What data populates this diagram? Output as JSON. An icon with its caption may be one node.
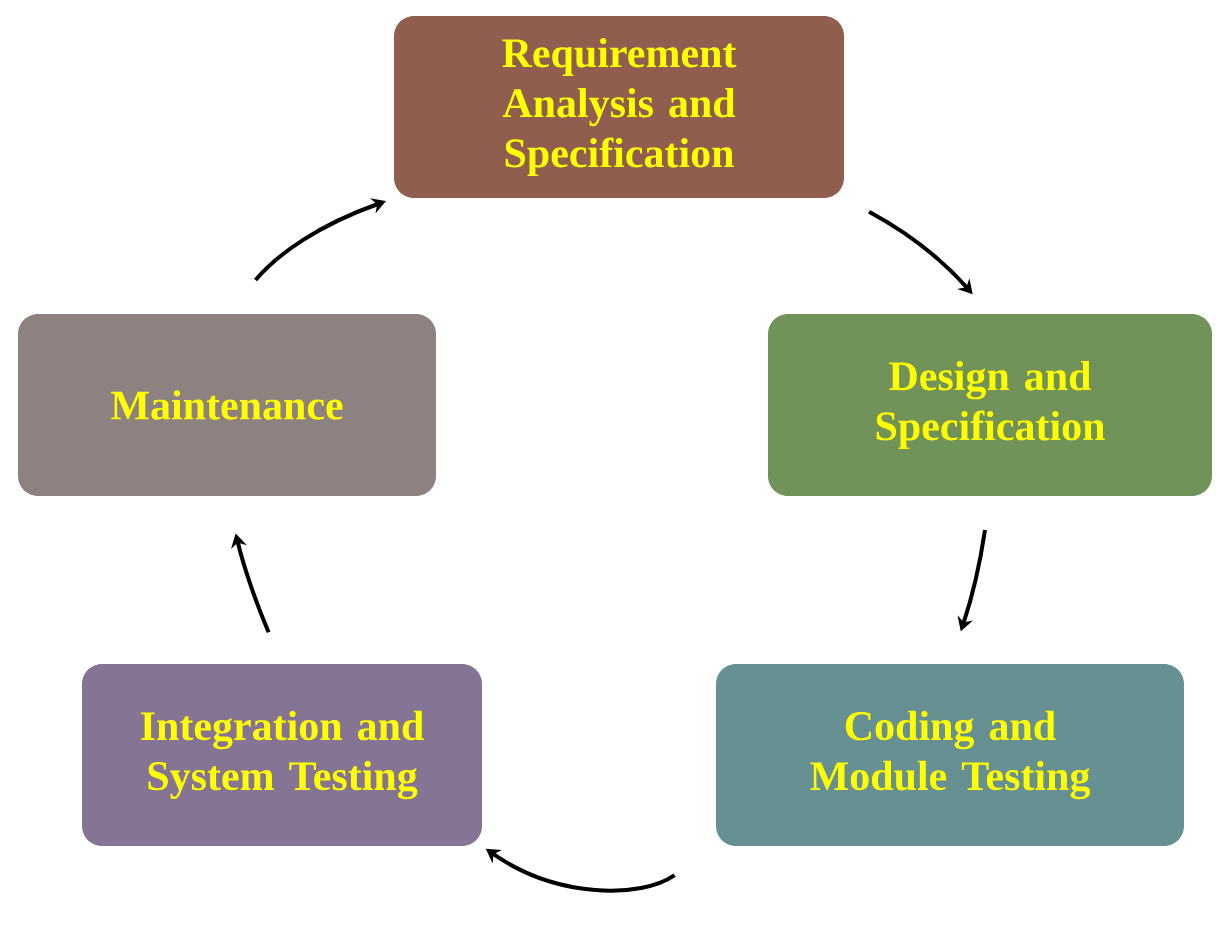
{
  "diagram": {
    "nodes": [
      {
        "text": [
          "Requirement Analysis and Specification"
        ]
      },
      {
        "text": [
          "Design and Specification"
        ]
      },
      {
        "text": [
          "Coding and Module Testing"
        ]
      },
      {
        "text": [
          "Integration and System Testing"
        ]
      },
      {
        "text": [
          "Maintenance"
        ]
      }
    ],
    "edges": [
      {
        "from": 0,
        "to": 1,
        "arrow": "to"
      },
      {
        "from": 1,
        "to": 2,
        "arrow": "to"
      },
      {
        "from": 2,
        "to": 3,
        "arrow": "to"
      },
      {
        "from": 3,
        "to": 4,
        "arrow": "to"
      },
      {
        "from": 4,
        "to": 0,
        "arrow": "to"
      }
    ]
  }
}
